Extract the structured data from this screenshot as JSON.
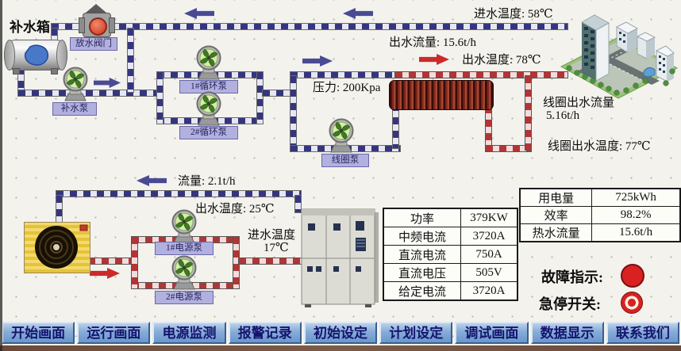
{
  "colors": {
    "pipe_blue": "#35357e",
    "pipe_red": "#b23535",
    "label_bg": "#b2b0de",
    "arrow_navy": "#4a4a94",
    "arrow_red": "#cc2a2a",
    "button_text": "#14146e",
    "indicator_red": "#d92121"
  },
  "equipment": {
    "tank_label": "补水箱",
    "valve_label": "放水阀门",
    "makeup_pump_label": "补水泵",
    "circ_pump1_label": "1#循环泵",
    "circ_pump2_label": "2#循环泵",
    "coil_pump_label": "线圈泵",
    "power_pump1_label": "1#电源泵",
    "power_pump2_label": "2#电源泵"
  },
  "readings": {
    "inlet_temp": "进水温度: 58℃",
    "outlet_flow": "出水流量: 15.6t/h",
    "outlet_temp": "出水温度: 78℃",
    "pressure": "压力: 200Kpa",
    "coil_outlet_flow_label": "线圈出水流量",
    "coil_outlet_flow_value": "5.16t/h",
    "coil_outlet_temp": "线圈出水温度: 77℃",
    "loop_flow": "流量: 2.1t/h",
    "loop_outlet_temp": "出水温度: 25℃",
    "loop_inlet_temp_label": "进水温度",
    "loop_inlet_temp_value": "17℃"
  },
  "power_table": {
    "rows": [
      {
        "label": "功率",
        "value": "379KW"
      },
      {
        "label": "中频电流",
        "value": "3720A"
      },
      {
        "label": "直流电流",
        "value": "750A"
      },
      {
        "label": "直流电压",
        "value": "505V"
      },
      {
        "label": "给定电流",
        "value": "3720A"
      }
    ]
  },
  "energy_table": {
    "rows": [
      {
        "label": "用电量",
        "value": "725kWh"
      },
      {
        "label": "效率",
        "value": "98.2%"
      },
      {
        "label": "热水流量",
        "value": "15.6t/h"
      }
    ]
  },
  "indicators": {
    "fault_label": "故障指示:",
    "estop_label": "急停开关:"
  },
  "nav": {
    "items": [
      {
        "label": "开始画面"
      },
      {
        "label": "运行画面"
      },
      {
        "label": "电源监测"
      },
      {
        "label": "报警记录"
      },
      {
        "label": "初始设定"
      },
      {
        "label": "计划设定"
      },
      {
        "label": "调试画面"
      },
      {
        "label": "数据显示"
      },
      {
        "label": "联系我们"
      }
    ]
  }
}
